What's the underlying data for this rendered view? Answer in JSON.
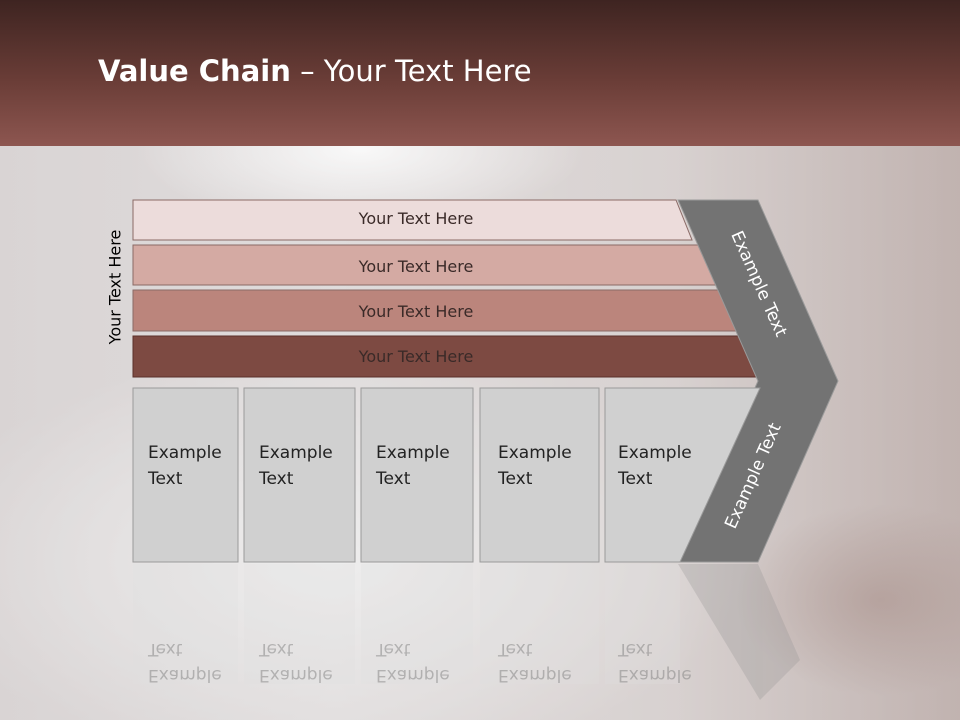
{
  "slide": {
    "title_bold": "Value Chain",
    "title_rest": " – Your Text Here",
    "side_label": "Your Text Here"
  },
  "rows": [
    {
      "label": "Your Text Here",
      "color": "#ecdcdb"
    },
    {
      "label": "Your Text Here",
      "color": "#d4aaa3"
    },
    {
      "label": "Your Text Here",
      "color": "#bb857c"
    },
    {
      "label": "Your Text Here",
      "color": "#7d4a42"
    }
  ],
  "columns": [
    {
      "line1": "Example",
      "line2": "Text"
    },
    {
      "line1": "Example",
      "line2": "Text"
    },
    {
      "line1": "Example",
      "line2": "Text"
    },
    {
      "line1": "Example",
      "line2": "Text"
    },
    {
      "line1": "Example",
      "line2": "Text"
    }
  ],
  "chevron": {
    "upper_label": "Example Text",
    "lower_label": "Example Text"
  },
  "colors": {
    "header_dark": "#3e2421",
    "box_fill": "#d0d0d0",
    "chevron_fill": "#737373"
  }
}
